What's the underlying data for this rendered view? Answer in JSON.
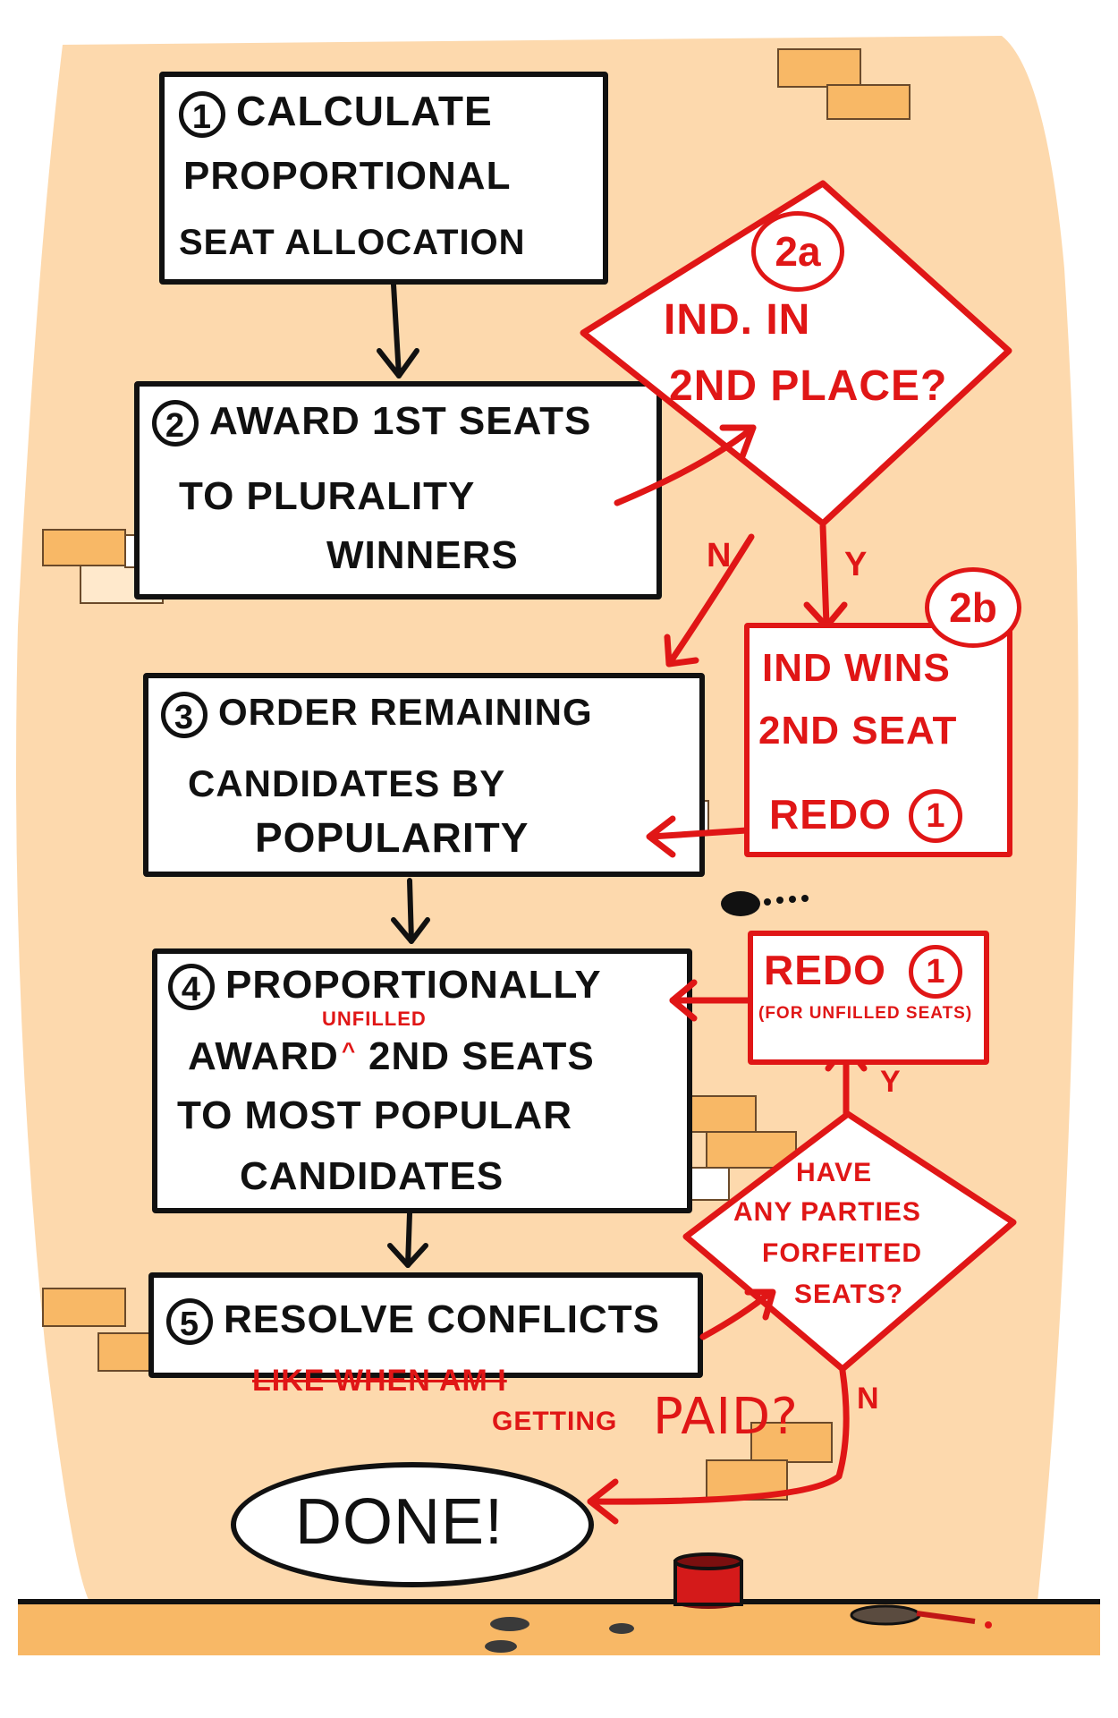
{
  "colors": {
    "wall": "#fdd9ad",
    "brick": "#f8b866",
    "ink": "#111111",
    "red": "#e01616",
    "paint_can": "#d41a1a"
  },
  "steps": {
    "s1": {
      "num": "1",
      "lines": [
        "Calculate",
        "Proportional",
        "Seat Allocation"
      ]
    },
    "s2": {
      "num": "2",
      "lines": [
        "Award 1st Seats",
        "to Plurality",
        "Winners"
      ]
    },
    "s3": {
      "num": "3",
      "lines": [
        "Order Remaining",
        "Candidates by",
        "Popularity"
      ]
    },
    "s4": {
      "num": "4",
      "line1": "Proportionally",
      "line2a": "Award",
      "line2b": "2nd Seats",
      "insert": "unfilled",
      "line3": "to Most Popular",
      "line4": "Candidates"
    },
    "s5": {
      "num": "5",
      "text": "Resolve Conflicts"
    }
  },
  "decision_2a": {
    "tag": "2a",
    "lines": [
      "Ind. in",
      "2nd Place?"
    ]
  },
  "box_2b": {
    "tag": "2b",
    "lines": [
      "Ind Wins",
      "2nd Seat"
    ],
    "redo_label": "Redo",
    "redo_num": "1"
  },
  "redo_box": {
    "label": "Redo",
    "num": "1",
    "note": "(for unfilled seats)"
  },
  "decision_forfeit": {
    "lines": [
      "Have",
      "any parties",
      "forfeited",
      "seats?"
    ]
  },
  "branches": {
    "yes_2a": "Y",
    "no_2a": "N",
    "yes_forfeit": "Y",
    "no_forfeit": "N"
  },
  "scribble": {
    "line1": "Like when am I",
    "line2": "getting",
    "line3": "PAID?"
  },
  "done": {
    "label": "Done!"
  }
}
